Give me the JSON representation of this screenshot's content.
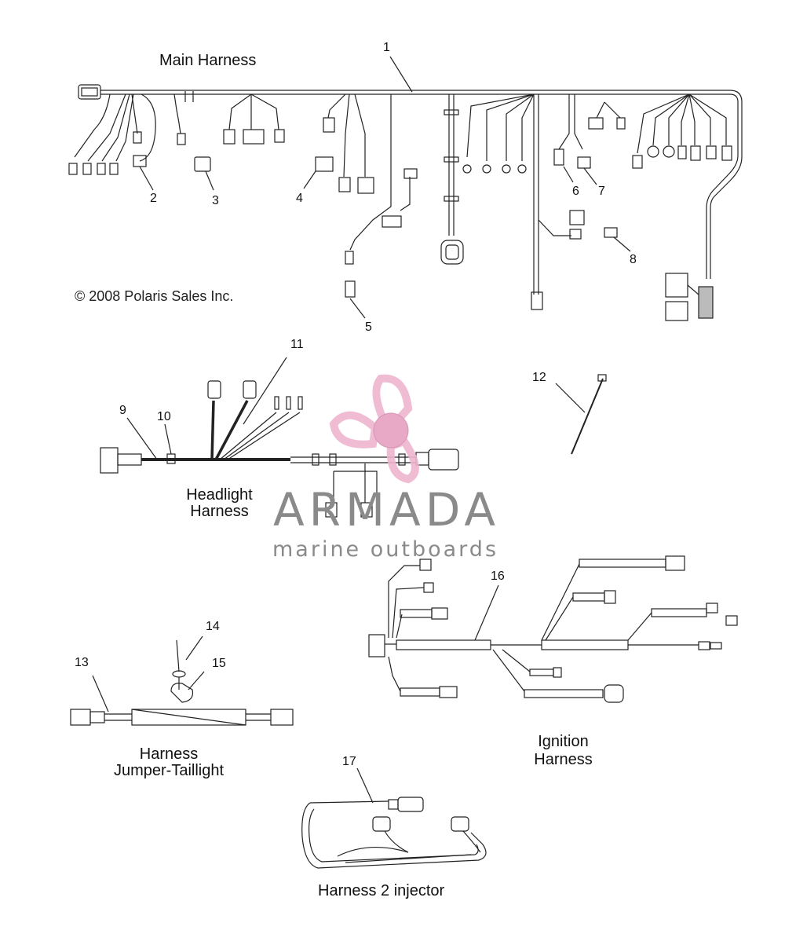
{
  "sections": {
    "main": "Main Harness",
    "headlight_line1": "Headlight",
    "headlight_line2": "Harness",
    "jumper_line1": "Harness",
    "jumper_line2": "Jumper-Taillight",
    "ignition_line1": "Ignition",
    "ignition_line2": "Harness",
    "injector": "Harness 2 injector"
  },
  "copyright": "© 2008 Polaris Sales Inc.",
  "watermark": {
    "brand": "ARMADA",
    "tagline": "marine outboards",
    "logo_color": "#e8a3c4"
  },
  "callouts": [
    "1",
    "2",
    "3",
    "4",
    "5",
    "6",
    "7",
    "8",
    "9",
    "10",
    "11",
    "12",
    "13",
    "14",
    "15",
    "16",
    "17"
  ]
}
